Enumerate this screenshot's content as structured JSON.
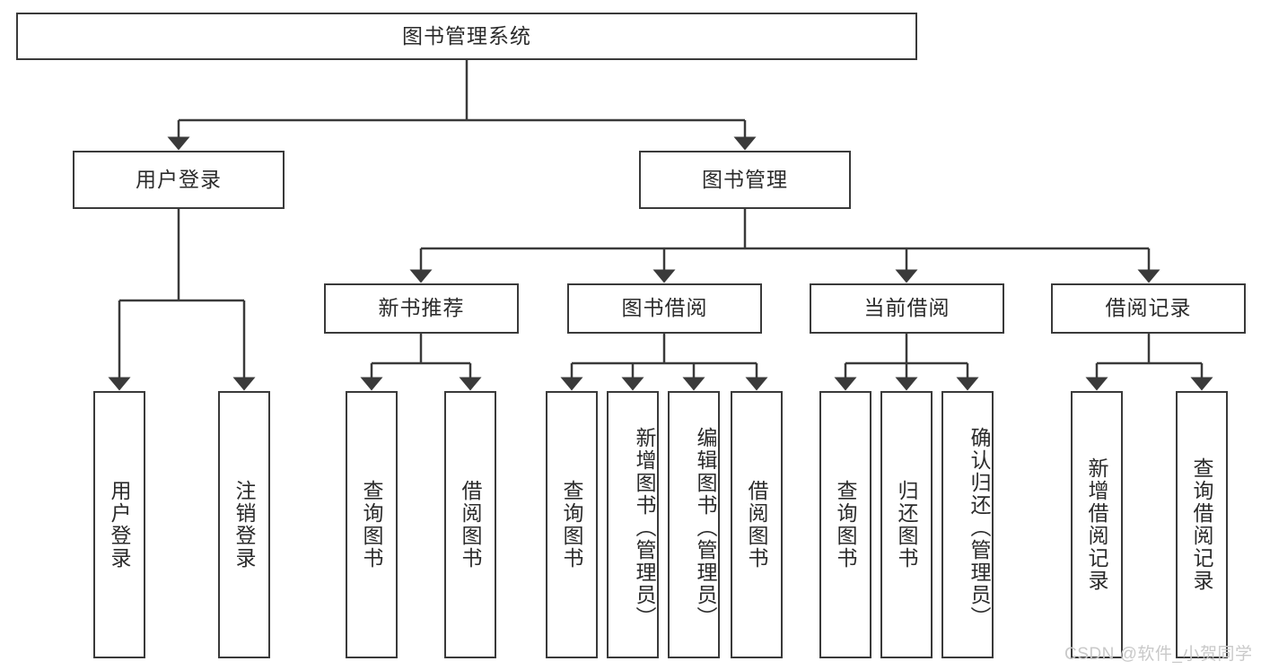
{
  "diagram": {
    "type": "tree",
    "title": "图书管理系统",
    "root": {
      "label": "图书管理系统"
    },
    "level2": [
      {
        "label": "用户登录"
      },
      {
        "label": "图书管理"
      }
    ],
    "level3": [
      {
        "label": "新书推荐"
      },
      {
        "label": "图书借阅"
      },
      {
        "label": "当前借阅"
      },
      {
        "label": "借阅记录"
      }
    ],
    "leaves": {
      "user_login": [
        {
          "label": "用户登录"
        },
        {
          "label": "注销登录"
        }
      ],
      "new_book_recommend": [
        {
          "label": "查询图书"
        },
        {
          "label": "借阅图书"
        }
      ],
      "book_borrow": [
        {
          "label": "查询图书"
        },
        {
          "label": "新增图书（管理员）"
        },
        {
          "label": "编辑图书（管理员）"
        },
        {
          "label": "借阅图书"
        }
      ],
      "current_borrow": [
        {
          "label": "查询图书"
        },
        {
          "label": "归还图书"
        },
        {
          "label": "确认归还（管理员）"
        }
      ],
      "borrow_record": [
        {
          "label": "新增借阅记录"
        },
        {
          "label": "查询借阅记录"
        }
      ]
    },
    "watermark": "CSDN @软件_小贺同学",
    "colors": {
      "border": "#3a3a3a",
      "text": "#2b2b2b",
      "background": "#ffffff",
      "watermark": "#c9c9c9"
    }
  }
}
